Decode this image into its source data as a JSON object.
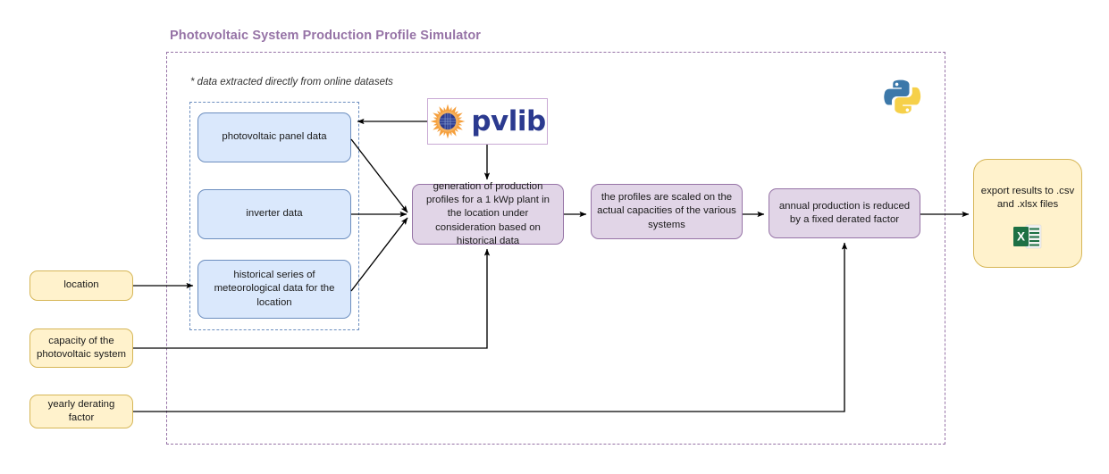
{
  "diagram": {
    "title": "Photovoltaic System Production Profile Simulator",
    "note": "* data extracted directly from online datasets",
    "colors": {
      "title": "#9673a6",
      "outer_boundary": "#9673a6",
      "inner_boundary": "#6c8ebf",
      "data_box_fill": "#dae8fc",
      "data_box_stroke": "#6c8ebf",
      "process_box_fill": "#e1d5e7",
      "process_box_stroke": "#9673a6",
      "input_box_fill": "#fff2cc",
      "input_box_stroke": "#d6b656",
      "arrow": "#000000",
      "pvlib_text": "#2b3a8f",
      "pvlib_sun": "#f5a03c",
      "excel_green": "#1d7044",
      "python_blue": "#3c78a9",
      "python_yellow": "#f6d049"
    },
    "data_sources": [
      {
        "id": "panel-data",
        "label": "photovoltaic panel data"
      },
      {
        "id": "inverter-data",
        "label": "inverter data"
      },
      {
        "id": "meteo-data",
        "label": "historical series of meteorological data for the location"
      }
    ],
    "inputs": [
      {
        "id": "location",
        "label": "location"
      },
      {
        "id": "capacity",
        "label": "capacity of the photovoltaic system"
      },
      {
        "id": "derating",
        "label": "yearly derating factor"
      }
    ],
    "processes": [
      {
        "id": "generation",
        "label": "generation of production profiles for a 1 kWp plant in the location under consideration based on historical data"
      },
      {
        "id": "scaling",
        "label": "the profiles are scaled on the actual capacities of the various systems"
      },
      {
        "id": "derate",
        "label": "annual production is reduced by a fixed derated factor"
      }
    ],
    "output": {
      "id": "export",
      "label": "export results to .csv and .xlsx files",
      "icon": "excel-icon"
    },
    "library": {
      "name": "pvlib",
      "icon": "pvlib-sun-icon"
    },
    "python_logo": {
      "icon": "python-logo-icon"
    }
  }
}
